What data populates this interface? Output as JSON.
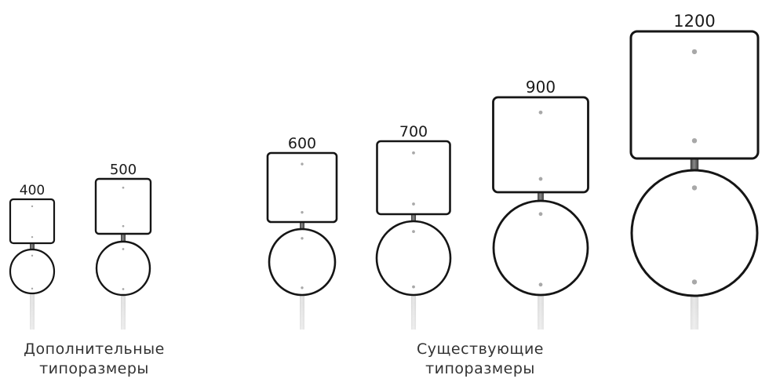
{
  "colors": {
    "outline": "#151515",
    "pole": "#555555",
    "bolt": "#a8a8a8",
    "text": "#333333"
  },
  "signs": [
    {
      "label": "400"
    },
    {
      "label": "500"
    },
    {
      "label": "600"
    },
    {
      "label": "700"
    },
    {
      "label": "900"
    },
    {
      "label": "1200"
    }
  ],
  "groups": {
    "additional": {
      "line1": "Дополнительные",
      "line2": "типоразмеры"
    },
    "existing": {
      "line1": "Существующие",
      "line2": "типоразмеры"
    }
  }
}
